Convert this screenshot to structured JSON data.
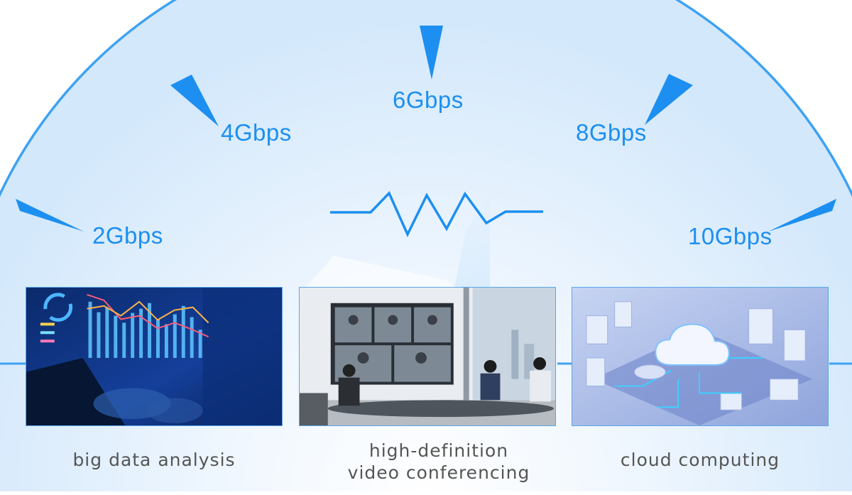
{
  "gauge": {
    "ticks": [
      "2Gbps",
      "4Gbps",
      "6Gbps",
      "8Gbps",
      "10Gbps"
    ],
    "accent_color": "#1d8ff0",
    "arc_color": "#3ea2f2"
  },
  "panels": [
    {
      "caption": "big data analysis",
      "image": "business person analyzing bar charts on a holographic display"
    },
    {
      "caption_line1": "high-definition",
      "caption_line2": "video conferencing",
      "image": "meeting room with people on a large video conference screen"
    },
    {
      "caption": "cloud computing",
      "image": "isometric blue cloud data center illustration"
    }
  ]
}
